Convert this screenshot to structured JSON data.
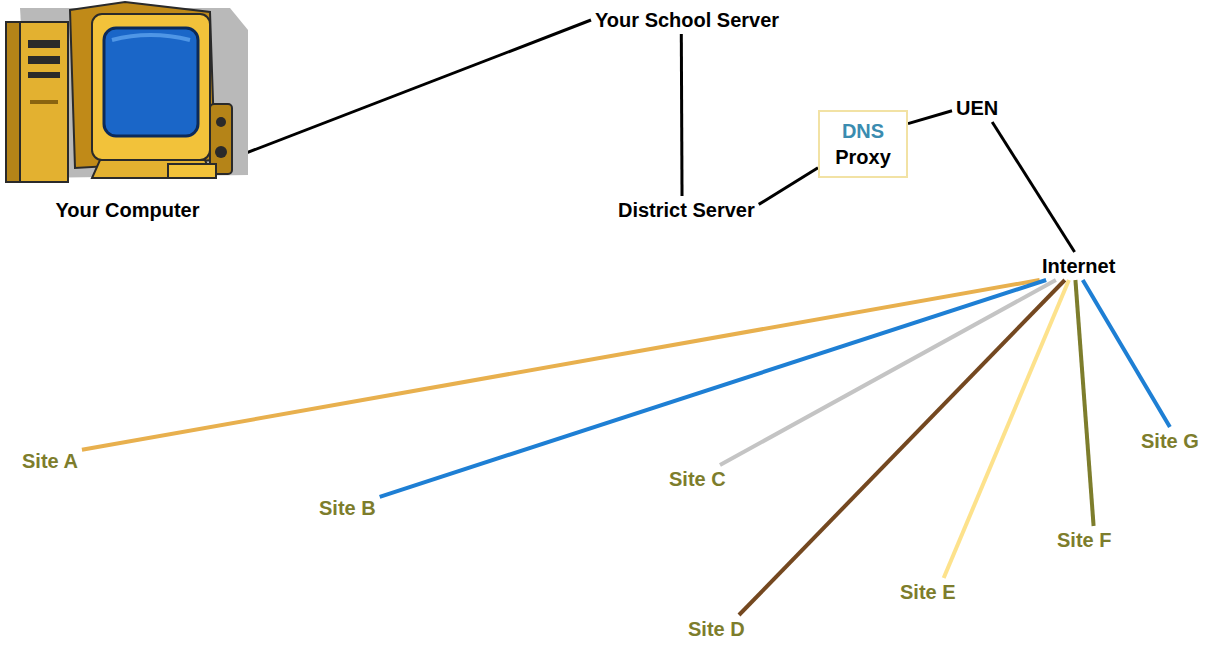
{
  "diagram": {
    "nodes": [
      {
        "text": [
          "Your Computer"
        ]
      },
      {
        "text": [
          "Your School Server"
        ]
      },
      {
        "text": [
          "District Server"
        ]
      },
      {
        "text": [
          "DNS",
          "Proxy"
        ]
      },
      {
        "text": [
          "UEN"
        ]
      },
      {
        "text": [
          "Internet"
        ]
      },
      {
        "text": [
          "Site A"
        ]
      },
      {
        "text": [
          "Site B"
        ]
      },
      {
        "text": [
          "Site C"
        ]
      },
      {
        "text": [
          "Site D"
        ]
      },
      {
        "text": [
          "Site E"
        ]
      },
      {
        "text": [
          "Site F"
        ]
      },
      {
        "text": [
          "Site G"
        ]
      }
    ],
    "edges": [
      {
        "from": 0,
        "to": 1,
        "arrow": "none"
      },
      {
        "from": 1,
        "to": 2,
        "arrow": "none"
      },
      {
        "from": 2,
        "to": 3,
        "arrow": "none"
      },
      {
        "from": 3,
        "to": 4,
        "arrow": "none"
      },
      {
        "from": 4,
        "to": 5,
        "arrow": "none"
      },
      {
        "from": 5,
        "to": 6,
        "arrow": "none"
      },
      {
        "from": 5,
        "to": 7,
        "arrow": "none"
      },
      {
        "from": 5,
        "to": 8,
        "arrow": "none"
      },
      {
        "from": 5,
        "to": 9,
        "arrow": "none"
      },
      {
        "from": 5,
        "to": 10,
        "arrow": "none"
      },
      {
        "from": 5,
        "to": 11,
        "arrow": "none"
      },
      {
        "from": 5,
        "to": 12,
        "arrow": "none"
      }
    ]
  }
}
